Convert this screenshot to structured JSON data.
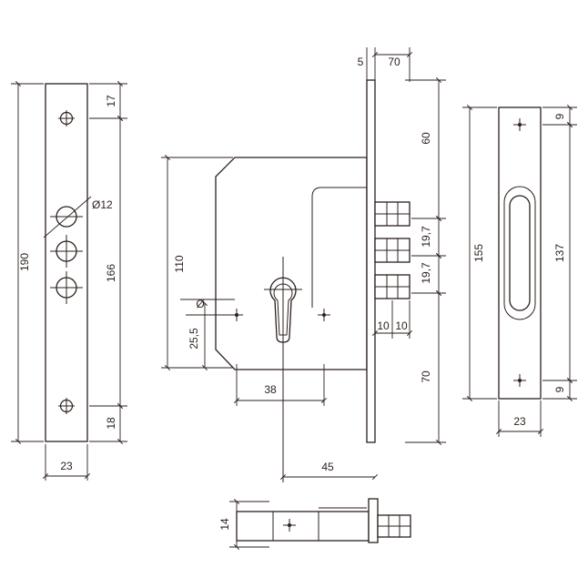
{
  "drawing": {
    "line_color": "#2b1f1c",
    "background": "#ffffff",
    "icons": [
      "screw-hole-icon",
      "cylinder-keyhole-icon",
      "latch-bolt-icon"
    ]
  },
  "left_plate": {
    "height": "190",
    "top_offset": "17",
    "hole_spacing": "166",
    "bottom_offset": "18",
    "width": "23",
    "hole_diameter": "Ø12"
  },
  "lock_body": {
    "faceplate_thickness": "5",
    "faceplate_to_edge": "70",
    "upper_offset": "60",
    "bolt_spacing_1": "19,7",
    "bolt_spacing_2": "19,7",
    "bolt_width_1": "10",
    "bolt_width_2": "10",
    "lower_offset": "70",
    "body_height": "110",
    "cylinder_symbol": "Ø",
    "cylinder_offset": "25,5",
    "centre_distance": "38",
    "backset": "45"
  },
  "right_plate": {
    "height": "155",
    "hole_spacing": "137",
    "top_offset": "9",
    "bottom_offset": "9",
    "width": "23"
  },
  "bottom_view": {
    "thickness": "14"
  }
}
